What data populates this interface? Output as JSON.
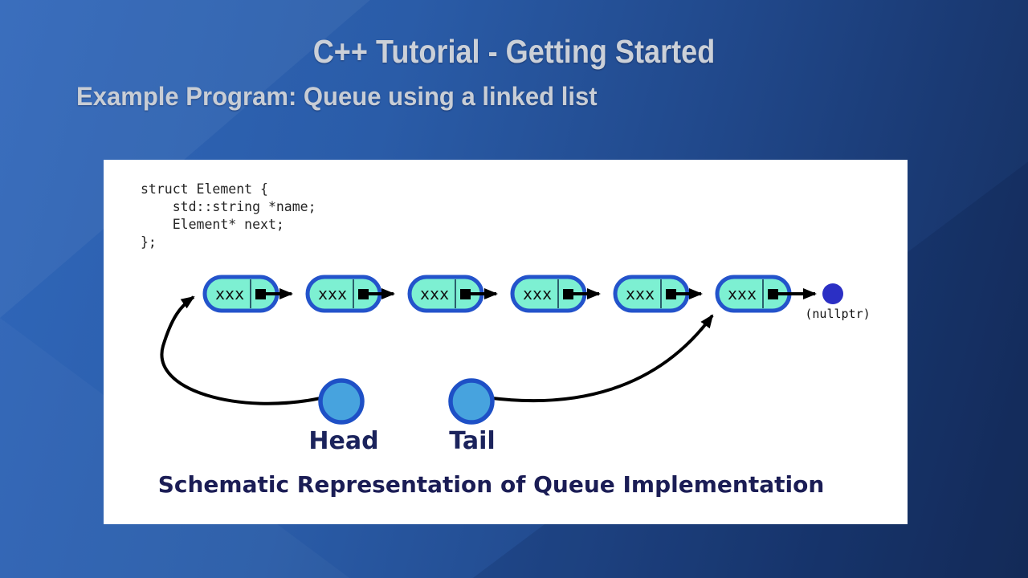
{
  "slide": {
    "title": "C++ Tutorial - Getting Started",
    "subtitle": "Example Program: Queue using a linked list"
  },
  "panel": {
    "code_lines": [
      "struct Element {",
      "    std::string *name;",
      "    Element* next;",
      "};"
    ],
    "caption": "Schematic Representation of Queue Implementation"
  },
  "diagram": {
    "nodes": [
      {
        "label": "xxx"
      },
      {
        "label": "xxx"
      },
      {
        "label": "xxx"
      },
      {
        "label": "xxx"
      },
      {
        "label": "xxx"
      },
      {
        "label": "xxx"
      }
    ],
    "nullptr_label": "(nullptr)",
    "head_label": "Head",
    "tail_label": "Tail",
    "colors": {
      "node_fill": "#7DF0D2",
      "node_border": "#2353CB",
      "pointer_circle_fill": "#47A3DE",
      "pointer_circle_border": "#1E50C6",
      "null_circle_fill": "#2B2FC4",
      "arrow": "#000000",
      "label_text": "#1B235C"
    }
  }
}
